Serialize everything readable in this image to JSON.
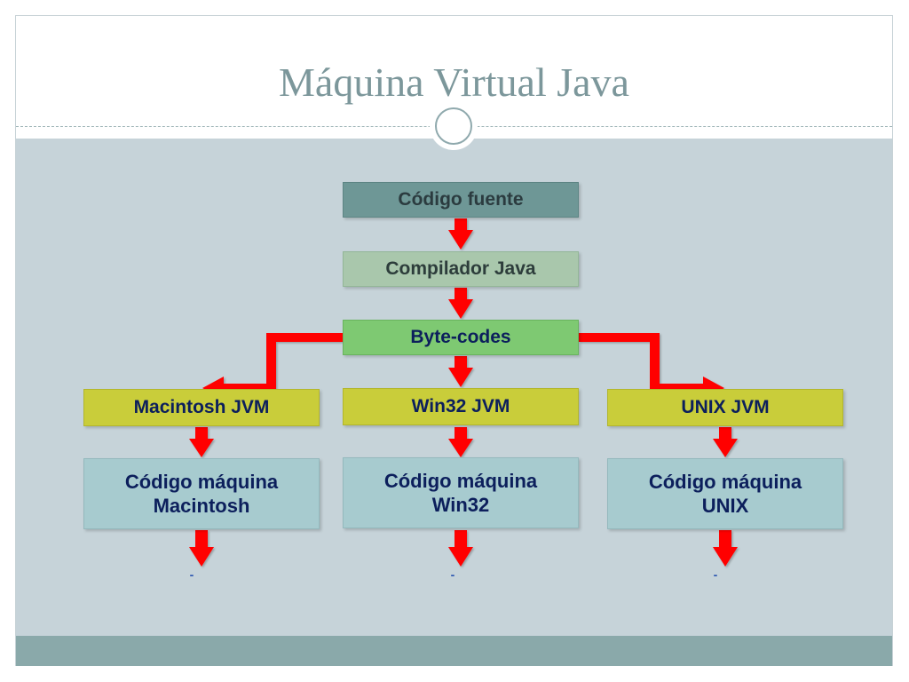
{
  "slide": {
    "title": "Máquina Virtual Java"
  },
  "diagram": {
    "source_code": "Código fuente",
    "compiler": "Compilador Java",
    "bytecodes": "Byte-codes",
    "jvms": [
      {
        "label": "Macintosh JVM",
        "machine_code_line1": "Código máquina",
        "machine_code_line2": "Macintosh"
      },
      {
        "label": "Win32 JVM",
        "machine_code_line1": "Código máquina",
        "machine_code_line2": "Win32"
      },
      {
        "label": "UNIX JVM",
        "machine_code_line1": "Código máquina",
        "machine_code_line2": "UNIX"
      }
    ],
    "output_marks": [
      "-",
      "-",
      "-"
    ]
  },
  "colors": {
    "arrow": "#ff0000",
    "title": "#7c979b",
    "content_background": "#c6d3d9",
    "footer_band": "#8aa9aa"
  }
}
